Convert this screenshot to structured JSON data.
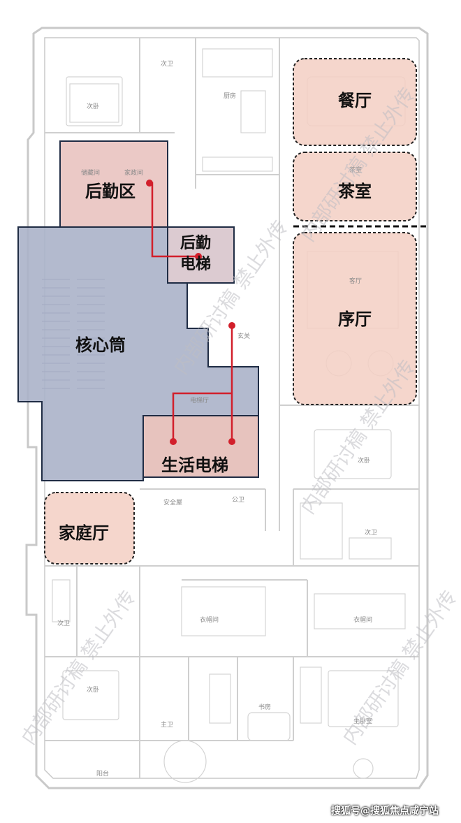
{
  "zones": {
    "back_service": "后勤区",
    "back_elevator": "后勤\n电梯",
    "core": "核心筒",
    "life_elevator": "生活电梯",
    "family_hall": "家庭厅",
    "dining": "餐厅",
    "tea_room": "茶室",
    "foyer": "序厅"
  },
  "rooms": {
    "bedroom_tl": "次卧",
    "bath_tl": "次卫",
    "kitchen": "厨房",
    "storage": "储藏间",
    "service": "家政间",
    "tea_small": "茶室",
    "living": "客厅",
    "elevator_hall": "电梯厅",
    "xuanguan": "玄关",
    "safe_room": "安全屋",
    "public_bath": "公卫",
    "bedroom_mr": "次卧",
    "bath_mr": "次卫",
    "bath_ml": "次卫",
    "walkin": "衣帽间",
    "closet": "衣帽间",
    "bedroom_bl": "次卧",
    "master_bath": "主卫",
    "study": "书房",
    "master_bedroom": "主卧室",
    "balcony": "阳台"
  },
  "watermarks": [
    "内部研讨稿 禁止外传",
    "内部研讨稿 禁止外传",
    "内部研讨稿 禁止外传",
    "内部研讨稿 禁止外传",
    "内部研讨稿 禁止外传"
  ],
  "source": "搜狐号@搜狐焦点咸宁站",
  "colors": {
    "core_fill": "#a9b1c7",
    "core_border": "#1f2c44",
    "service_fill": "#e8c0bc",
    "zone_fill": "#f3cfc3",
    "route_red": "#d21f2b",
    "wall": "#c9c9c9"
  }
}
